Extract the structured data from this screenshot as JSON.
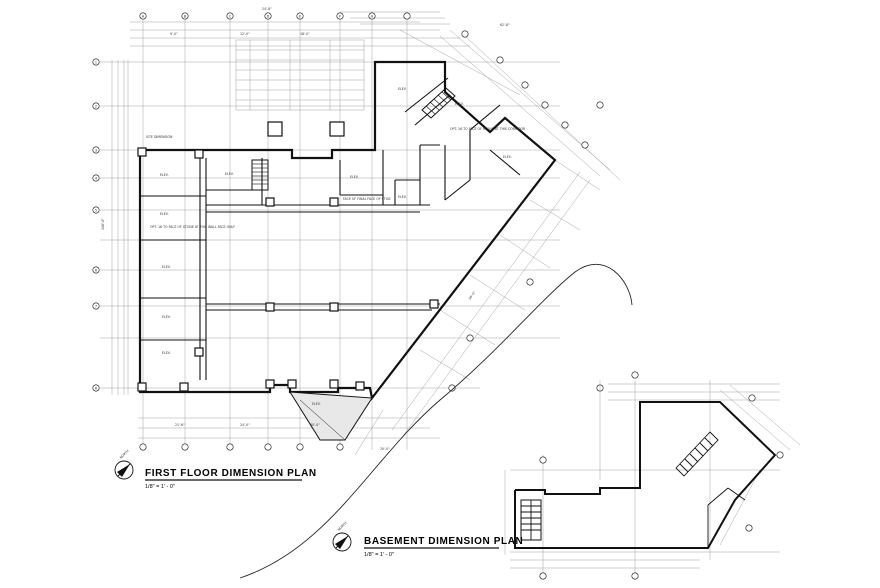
{
  "sheet": {
    "first_floor": {
      "title": "FIRST FLOOR DIMENSION PLAN",
      "scale": "1/8\" = 1' - 0\"",
      "north_label": "NORTH"
    },
    "basement": {
      "title": "BASEMENT DIMENSION PLAN",
      "scale": "1/8\" = 1' - 0\"",
      "north_label": "NORTH"
    },
    "room_labels": [
      "ELEV.",
      "ELEV.",
      "ELEV.",
      "ELEV.",
      "ELEV.",
      "ELEV.",
      "ELEV.",
      "ELEV.",
      "ELEV.",
      "ELEV.",
      "ELEV.",
      "ELEV."
    ],
    "notes": [
      "SITE DIMENSION",
      "FACE OF FINAL FACE OF STUD",
      "OPT. 16 TO FACE OF STONE AT THIS CORRIDOR",
      "OPT. 16 TO FACE OF STONE AT THIS WALL FACE ONLY"
    ],
    "grid_letters": [
      "A",
      "B",
      "C",
      "D",
      "E",
      "F",
      "G"
    ],
    "grid_numbers": [
      "1",
      "2",
      "3",
      "4",
      "5",
      "6",
      "7",
      "8"
    ],
    "dims": [
      "9'-0\"",
      "12'-0\"",
      "18'-0\"",
      "21'-6\"",
      "24'-0\"",
      "30'-0\"",
      "36'-0\"",
      "62'-8\"",
      "148'-0\"",
      "24'-8\"",
      "20'-0\""
    ],
    "colors": {
      "line": "#111111",
      "light": "#9a9a9a",
      "paper": "#ffffff"
    }
  }
}
